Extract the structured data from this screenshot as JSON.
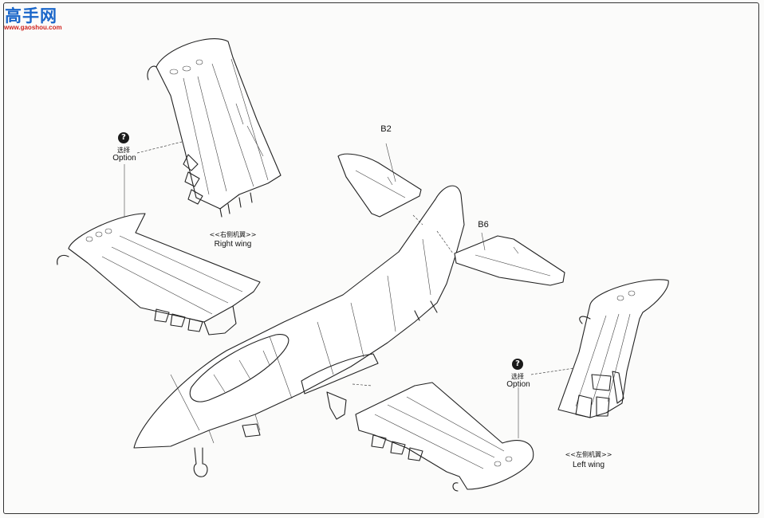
{
  "watermark": {
    "logo_text": "高手网",
    "site": "www.gaoshou.com"
  },
  "option_marker": {
    "icon": "question-circle-icon",
    "glyph": "?"
  },
  "right_wing_group": {
    "option_cn": "选择",
    "option_en": "Option",
    "name_cn": "<<右侧机翼>>",
    "name_en": "Right wing"
  },
  "left_wing_group": {
    "option_cn": "选择",
    "option_en": "Option",
    "name_cn": "<<左侧机翼>>",
    "name_en": "Left wing"
  },
  "parts": {
    "tail_left": "B2",
    "tail_right": "B6"
  }
}
